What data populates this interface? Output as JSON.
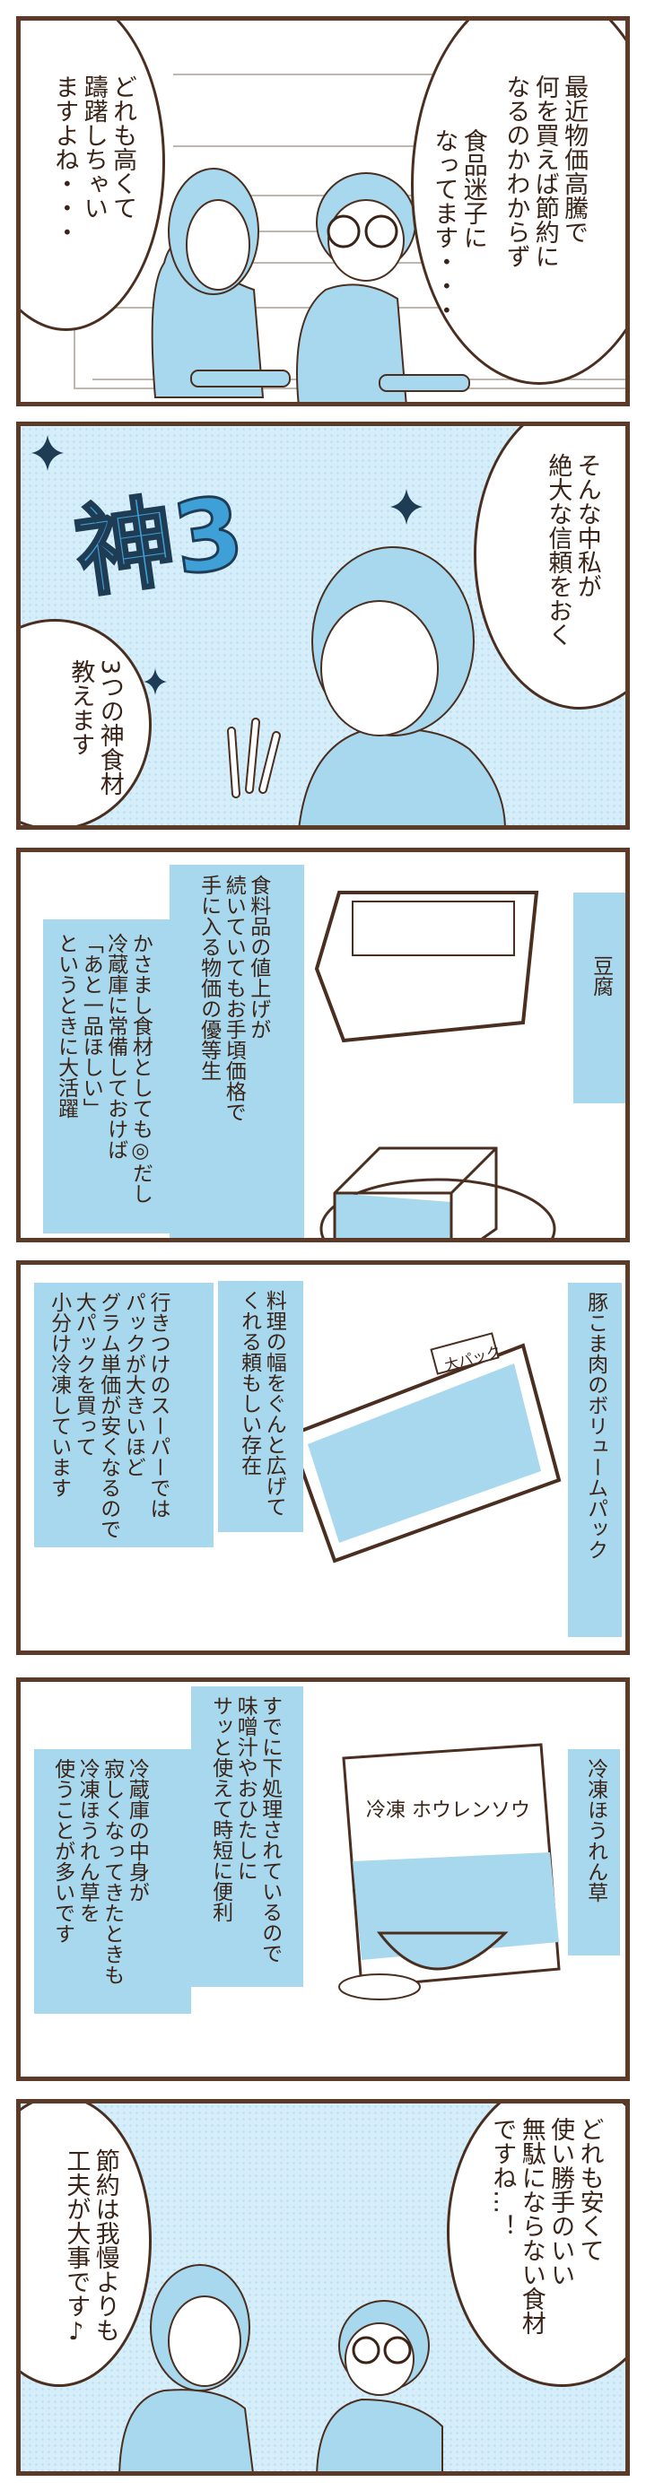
{
  "panels": [
    {
      "speech": [
        [
          "最近物価高騰で",
          "何を買えば節約に",
          "なるのかわからず"
        ],
        [
          "食品迷子に",
          "なってます・・・"
        ],
        [
          "どれも高くて",
          "躊躇しちゃい",
          "ますよね・・・"
        ]
      ]
    },
    {
      "title": "神3",
      "speech": [
        [
          "そんな中私が",
          "絶大な信頼をおく"
        ],
        [
          "3つの神食材",
          "教えます"
        ]
      ]
    },
    {
      "item": "豆腐",
      "captions": [
        [
          "食料品の値上げが",
          "続いていてもお手頃価格で",
          "手に入る物価の優等生"
        ],
        [
          "かさまし食材としても◎だし",
          "冷蔵庫に常備しておけば",
          "「あと一品ほしい」",
          "というときに大活躍"
        ]
      ]
    },
    {
      "item": "豚こま肉のボリュームパック",
      "package_label": "大パック",
      "captions": [
        [
          "料理の幅をぐんと広げて",
          "くれる頼もしい存在"
        ],
        [
          "行きつけのスーパーでは",
          "パックが大きいほど",
          "グラム単価が安くなるので",
          "大パックを買って",
          "小分け冷凍しています"
        ]
      ]
    },
    {
      "item": "冷凍ほうれん草",
      "package_label": "冷凍 ホウレンソウ",
      "captions": [
        [
          "すでに下処理されているので",
          "味噌汁やおひたしに",
          "サッと使えて時短に便利"
        ],
        [
          "冷蔵庫の中身が",
          "寂しくなってきたときも",
          "冷凍ほうれん草を",
          "使うことが多いです"
        ]
      ]
    },
    {
      "speech": [
        [
          "どれも安くて",
          "使い勝手のいい",
          "無駄にならない食材",
          "ですね…！"
        ],
        [
          "節約は我慢よりも",
          "工夫が大事です♪"
        ]
      ]
    }
  ],
  "colors": {
    "border": "#5b3a28",
    "accent_blue": "#a8d8ee",
    "ink": "#3a2418"
  }
}
